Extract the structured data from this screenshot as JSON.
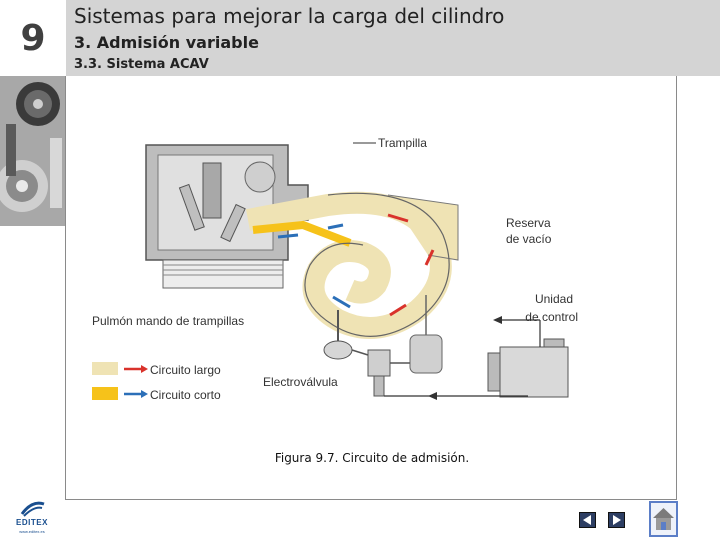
{
  "header": {
    "chapter_number": "9",
    "title": "Sistemas para mejorar la carga del cilindro",
    "section": "3. Admisión variable",
    "subsection": "3.3. Sistema ACAV"
  },
  "figure": {
    "labels": {
      "trampilla": "Trampilla",
      "reserva_line1": "Reserva",
      "reserva_line2": "de vacío",
      "unidad_line1": "Unidad",
      "unidad_line2": "de control",
      "pulmon": "Pulmón mando de trampillas",
      "circuito_largo": "Circuito largo",
      "circuito_corto": "Circuito corto",
      "electrovalvula": "Electroválvula"
    },
    "caption": "Figura 9.7. Circuito de admisión.",
    "colors": {
      "circuito_largo": "#efe3b4",
      "circuito_corto": "#f6c21a",
      "arrow_red": "#d9322b",
      "arrow_blue": "#2b6fb8"
    }
  },
  "branding": {
    "logo_text": "EDITEX",
    "logo_sub": "www.editex.es"
  },
  "nav": {
    "prev_icon": "triangle-left-icon",
    "next_icon": "triangle-right-icon",
    "home_icon": "home-icon"
  }
}
